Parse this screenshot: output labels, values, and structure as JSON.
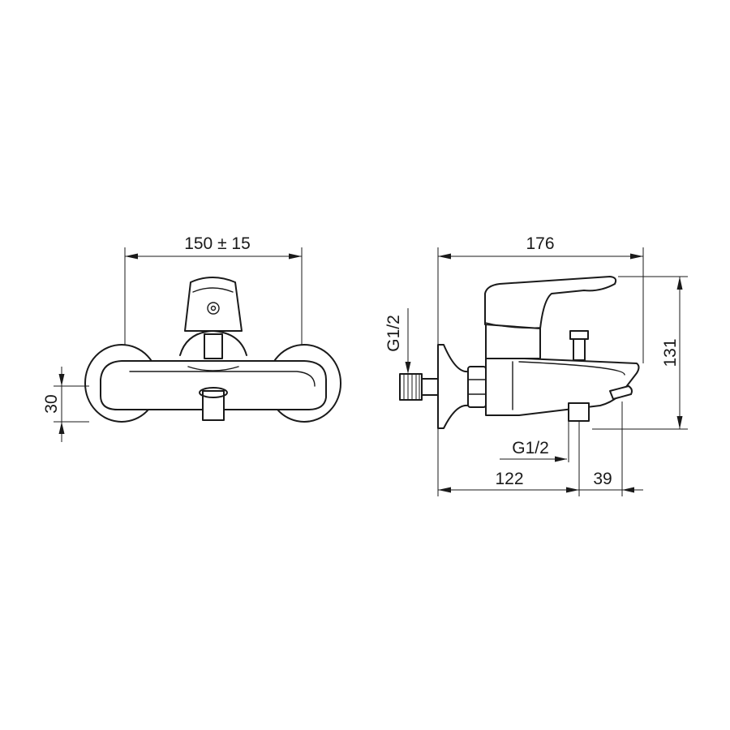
{
  "dimensions": {
    "front_width": "150 ± 15",
    "front_offset": "30",
    "side_depth": "176",
    "side_height": "131",
    "side_inlet_thread": "G1/2",
    "side_outlet_thread": "G1/2",
    "side_spout_reach": "122",
    "side_spout_extra": "39"
  }
}
